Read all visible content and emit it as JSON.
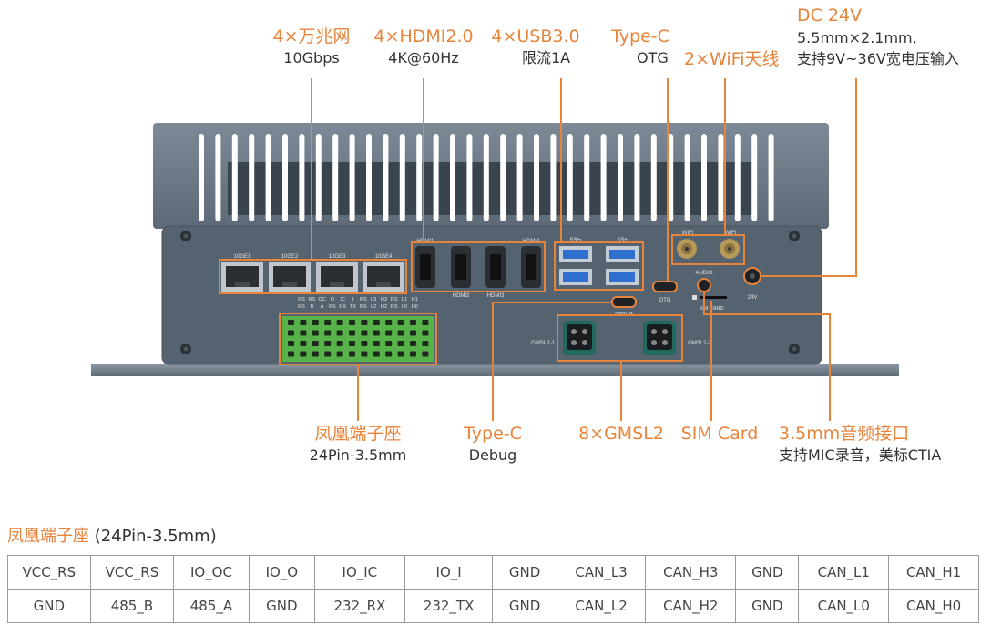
{
  "callouts_top": [
    {
      "id": "ethernet",
      "title": "4×万兆网",
      "desc": [
        "10Gbps"
      ]
    },
    {
      "id": "hdmi",
      "title": "4×HDMI2.0",
      "desc": [
        "4K@60Hz"
      ]
    },
    {
      "id": "usb",
      "title": "4×USB3.0",
      "desc": [
        "限流1A"
      ]
    },
    {
      "id": "typec_otg",
      "title": "Type-C",
      "desc": [
        "OTG"
      ]
    },
    {
      "id": "wifi",
      "title": "2×WiFi天线",
      "desc": []
    },
    {
      "id": "dc",
      "title": "DC 24V",
      "desc": [
        "5.5mm×2.1mm,",
        "支持9V~36V宽电压输入"
      ]
    }
  ],
  "callouts_bottom": [
    {
      "id": "terminal",
      "title": "凤凰端子座",
      "desc": [
        "24Pin-3.5mm"
      ]
    },
    {
      "id": "typec_debug",
      "title": "Type-C",
      "desc": [
        "Debug"
      ]
    },
    {
      "id": "gmsl",
      "title": "8×GMSL2",
      "desc": []
    },
    {
      "id": "sim",
      "title": "SIM Card",
      "desc": []
    },
    {
      "id": "audio",
      "title": "3.5mm音频接口",
      "desc": [
        "支持MIC录音，美标CTIA"
      ]
    }
  ],
  "panel_labels": {
    "ge": [
      "10GE1",
      "10GE2",
      "10GE3",
      "10GE4"
    ],
    "hdmi_top": [
      "HDMI1",
      "HDMI4"
    ],
    "hdmi_bottom": [
      "HDMI2",
      "HDMI3"
    ],
    "usb": [
      "SS⇆",
      "SS⇆"
    ],
    "wifi": [
      "WIFI",
      "WIFI"
    ],
    "audio": "AUDIO",
    "otg": "OTG",
    "sim": "SIM CARD",
    "power": "24V",
    "debug": "DEBUG",
    "gmsl": [
      "GMSL2-1",
      "GMSL2-2"
    ],
    "pin_row1": [
      "RS",
      "RS",
      "OC",
      "O",
      "IC",
      "I",
      "RS",
      "L3",
      "H3",
      "RS",
      "L1",
      "H1"
    ],
    "pin_row2": [
      "RS",
      "B",
      "A",
      "RS",
      "RX",
      "TX",
      "RS",
      "L2",
      "H2",
      "RS",
      "L0",
      "H0"
    ]
  },
  "table": {
    "title": "凤凰端子座",
    "subtitle": " (24Pin-3.5mm)",
    "rows": [
      [
        "VCC_RS",
        "VCC_RS",
        "IO_OC",
        "IO_O",
        "IO_IC",
        "IO_I",
        "GND",
        "CAN_L3",
        "CAN_H3",
        "GND",
        "CAN_L1",
        "CAN_H1"
      ],
      [
        "GND",
        "485_B",
        "485_A",
        "GND",
        "232_RX",
        "232_TX",
        "GND",
        "CAN_L2",
        "CAN_H2",
        "GND",
        "CAN_L0",
        "CAN_H0"
      ]
    ]
  },
  "colors": {
    "accent": "#e8833a",
    "body": "#6c7a88",
    "panel": "#55626f",
    "text": "#333333"
  }
}
